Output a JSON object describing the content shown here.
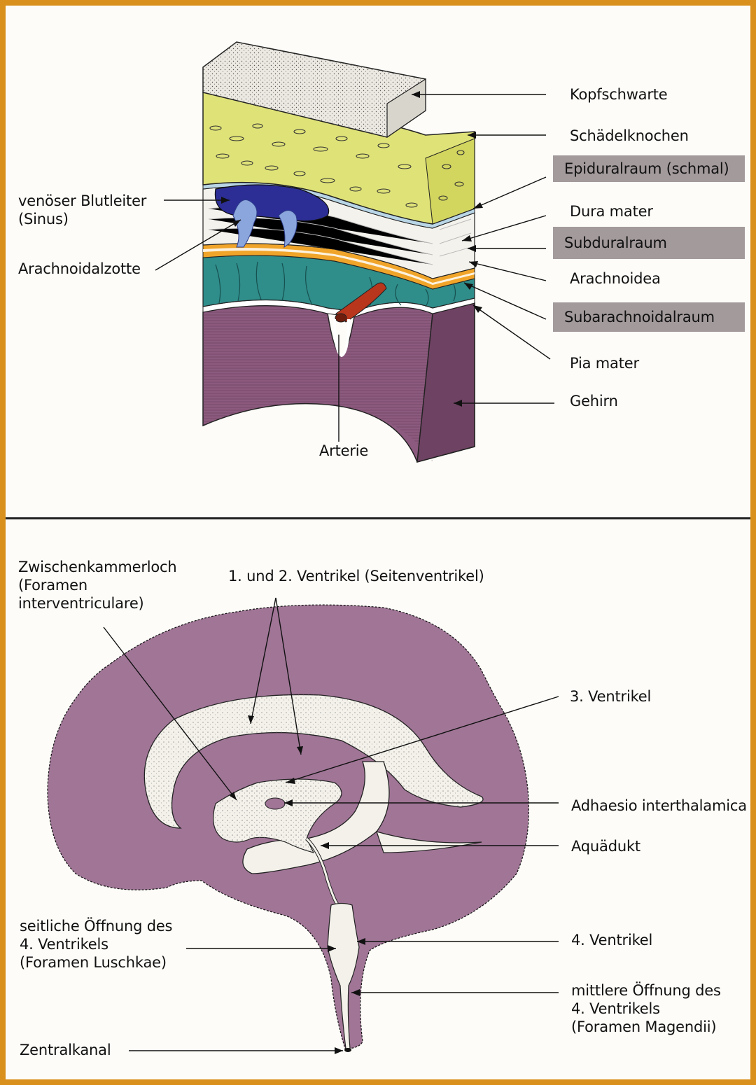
{
  "meninges": {
    "labels": {
      "kopfschwarte": "Kopfschwarte",
      "schaedelknochen": "Schädelknochen",
      "epiduralraum": "Epiduralraum (schmal)",
      "dura_mater": "Dura mater",
      "subduralraum": "Subduralraum",
      "arachnoidea": "Arachnoidea",
      "subarachnoidalraum": "Subarachnoidalraum",
      "pia_mater": "Pia mater",
      "gehirn": "Gehirn",
      "arterie": "Arterie",
      "sinus_line1": "venöser Blutleiter",
      "sinus_line2": "(Sinus)",
      "arachnoidalzotte": "Arachnoidalzotte"
    },
    "colors": {
      "scalp": "#ece9e2",
      "bone": "#dfe277",
      "dura": "#f4f2ec",
      "subdural": "#b9d6e6",
      "arachnoid": "#f0a52a",
      "subarachnoid": "#2f8d8a",
      "brain": "#8c5a7e",
      "sinus": "#2c2e95",
      "artery": "#b8361c",
      "label_box": "#a39a9c"
    }
  },
  "ventricles": {
    "labels": {
      "zwischenkammerloch": "Zwischenkammerloch\n(Foramen\ninterventriculare)",
      "seitenventrikel": "1. und 2. Ventrikel (Seitenventrikel)",
      "ventrikel3": "3. Ventrikel",
      "adhaesio": "Adhaesio interthalamica",
      "aquaedukt": "Aquädukt",
      "luschkae": "seitliche Öffnung des\n4. Ventrikels\n(Foramen Luschkae)",
      "ventrikel4": "4. Ventrikel",
      "magendii": "mittlere Öffnung des\n4. Ventrikels\n(Foramen Magendii)",
      "zentralkanal": "Zentralkanal"
    },
    "colors": {
      "brain": "#a07596",
      "ventricle": "#f3f1ea"
    }
  }
}
